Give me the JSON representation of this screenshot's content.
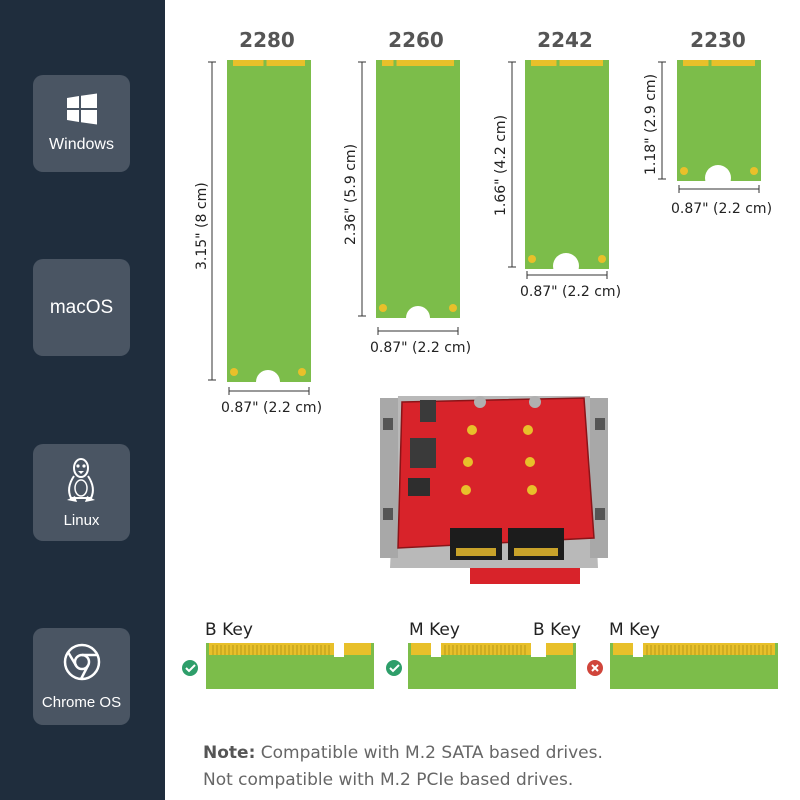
{
  "os_sidebar": {
    "items": [
      {
        "label": "Windows",
        "icon": "windows-logo-icon"
      },
      {
        "label": "macOS",
        "icon": ""
      },
      {
        "label": "Linux",
        "icon": "linux-tux-icon"
      },
      {
        "label": "Chrome OS",
        "icon": "chrome-logo-icon"
      }
    ]
  },
  "sizes": [
    {
      "name": "2280",
      "length": "3.15\" (8 cm)",
      "width": "0.87\" (2.2 cm)"
    },
    {
      "name": "2260",
      "length": "2.36\" (5.9 cm)",
      "width": "0.87\" (2.2 cm)"
    },
    {
      "name": "2242",
      "length": "1.66\" (4.2 cm)",
      "width": "0.87\" (2.2 cm)"
    },
    {
      "name": "2230",
      "length": "1.18\" (2.9 cm)",
      "width": "0.87\" (2.2 cm)"
    }
  ],
  "keys": {
    "b_key": "B Key",
    "m_key": "M Key",
    "compat": [
      {
        "status": "compatible",
        "labels": [
          "B Key"
        ]
      },
      {
        "status": "compatible",
        "labels": [
          "M Key",
          "B Key"
        ]
      },
      {
        "status": "incompatible",
        "labels": [
          "M Key"
        ]
      }
    ]
  },
  "note": {
    "bold": "Note:",
    "line1": " Compatible with M.2 SATA based drives.",
    "line2": "Not compatible with M.2 PCIe based drives."
  },
  "colors": {
    "sidebar_bg": "#1f2d3d",
    "tile_bg": "#4a5563",
    "card_green": "#7cbd4a",
    "contact_gold": "#e8c02a",
    "check_green": "#2e9e6a",
    "cross_red": "#d0453b"
  }
}
